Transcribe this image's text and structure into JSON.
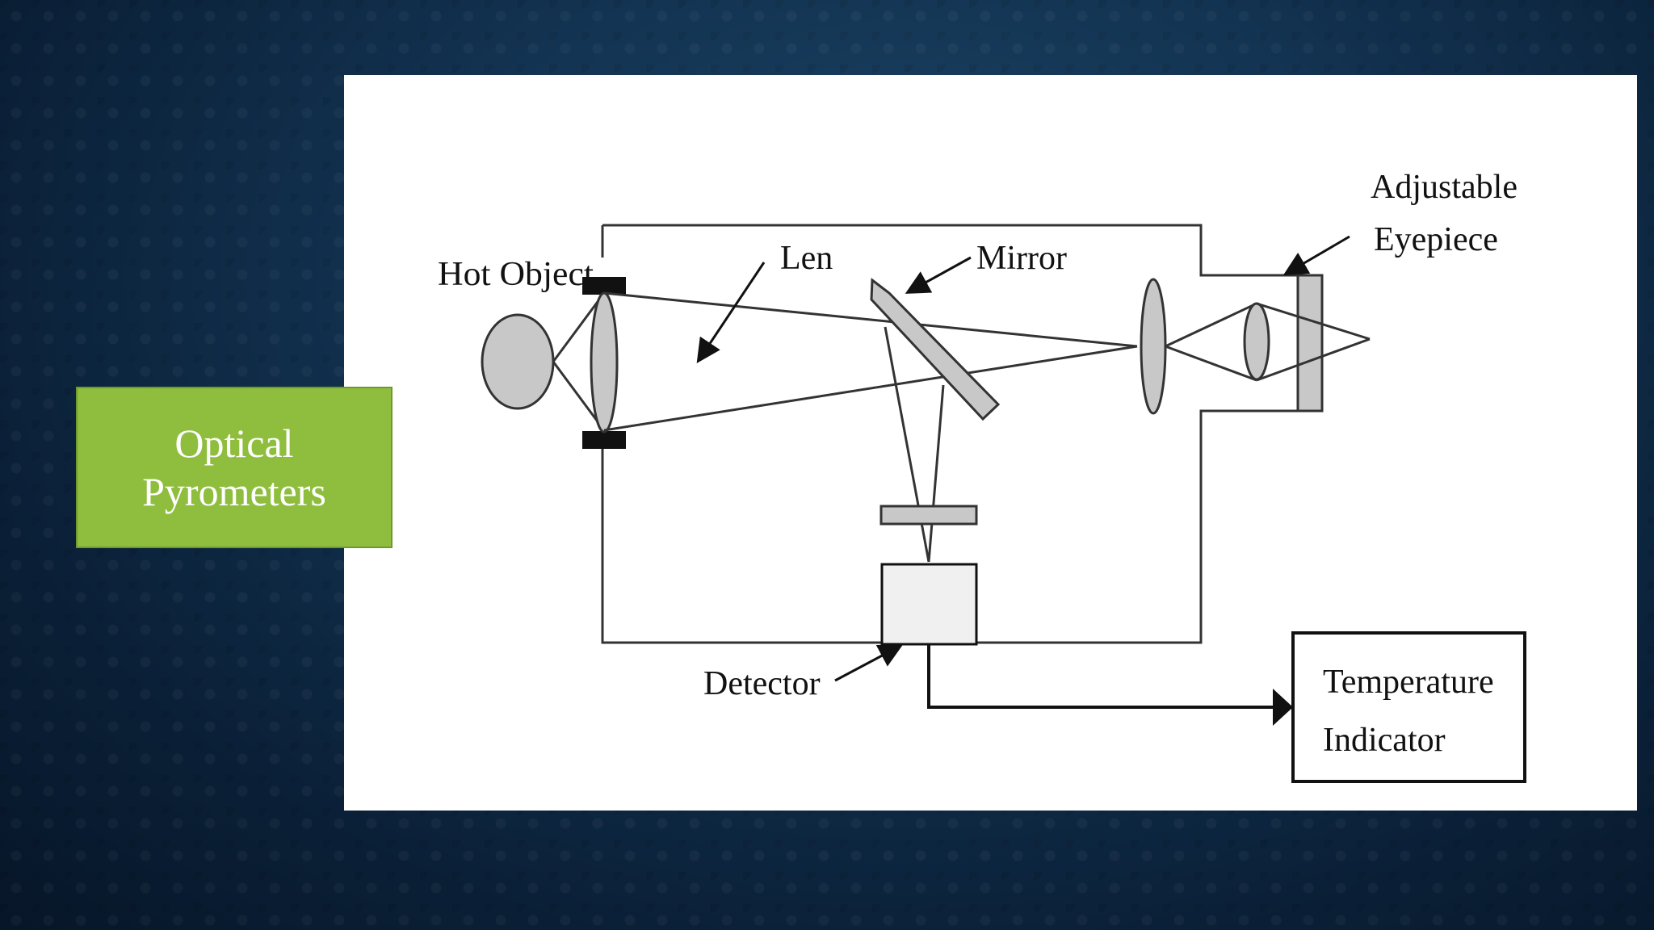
{
  "slide": {
    "title": "Optical Pyrometers"
  },
  "diagram": {
    "labels": {
      "hot_object": "Hot Object",
      "len": "Len",
      "mirror": "Mirror",
      "adjustable": "Adjustable",
      "eyepiece": "Eyepiece",
      "detector": "Detector",
      "temperature": "Temperature",
      "indicator": "Indicator"
    }
  },
  "colors": {
    "title_box_fill": "#8fbe3f",
    "component_gray": "#c8c8c8",
    "background": "#0f2c48"
  }
}
